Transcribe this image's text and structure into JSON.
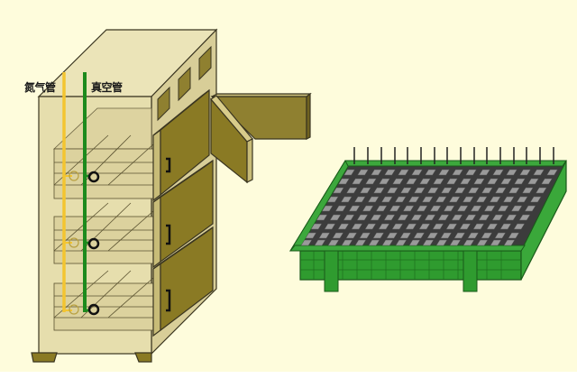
{
  "figure": {
    "description": "Nitrogen / vacuum drying cabinet with drawers and a pin-grid tray",
    "labels": {
      "nitrogen_pipe": "氮气管",
      "vacuum_pipe": "真空管"
    },
    "colors": {
      "background": "#fefcdc",
      "cabinet_body": "#e4dcaa",
      "cabinet_side": "#d6cc94",
      "drawer_front": "#8a7a24",
      "drawer_light": "#c8bc78",
      "nitrogen_pipe": "#f3c531",
      "vacuum_pipe": "#1d8a1d",
      "tray_green": "#2f9b2f",
      "tray_dark": "#1a6b1a",
      "pins": "#8a8a8a"
    },
    "cabinet": {
      "drawer_count": 3,
      "vent_count": 3,
      "door_state": "open"
    },
    "tray": {
      "pin_columns": 16,
      "pin_rows": 9,
      "legs_visible": 2
    }
  }
}
